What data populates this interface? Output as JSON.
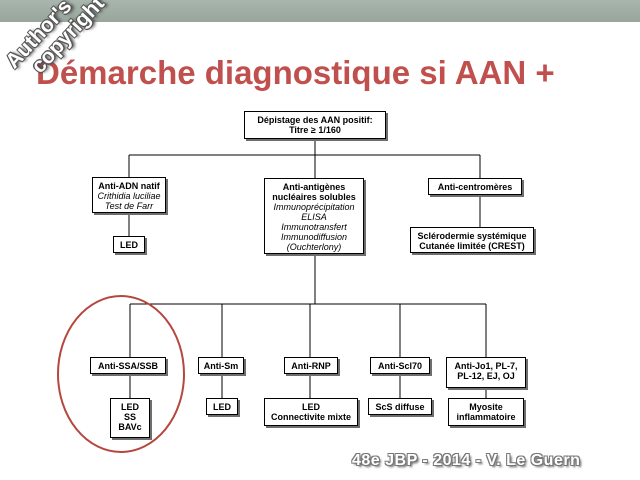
{
  "slide": {
    "title": "Démarche diagnostique si AAN +",
    "watermark_line1": "Author's",
    "watermark_line2": "copyright ©",
    "footer": "48e JBP - 2014 - V. Le Guern"
  },
  "diagram": {
    "root": {
      "line1": "Dépistage des AAN positif:",
      "line2": "Titre ≥ 1/160"
    },
    "adn": {
      "label": "Anti-ADN natif",
      "method1": "Crithidia luciliae",
      "method2": "Test de Farr"
    },
    "ena": {
      "label1": "Anti-antigènes",
      "label2": "nucléaires solubles",
      "method1": "Immunoprécipitation",
      "method2": "ELISA",
      "method3": "Immunotransfert",
      "method4": "Immunodiffusion",
      "method5": "(Ouchterlony)"
    },
    "centro": {
      "label": "Anti-centromères"
    },
    "led_adn": "LED",
    "crest": {
      "line1": "Sclérodermie systémique",
      "line2": "Cutanée limitée (CREST)"
    },
    "ssa": {
      "label": "Anti-SSA/SSB",
      "out1": "LED",
      "out2": "SS",
      "out3": "BAVc"
    },
    "sm": {
      "label": "Anti-Sm",
      "out": "LED"
    },
    "rnp": {
      "label": "Anti-RNP",
      "out1": "LED",
      "out2": "Connectivite mixte"
    },
    "scl": {
      "label": "Anti-Scl70",
      "out": "ScS diffuse"
    },
    "jo": {
      "line1": "Anti-Jo1, PL-7,",
      "line2": "PL-12, EJ, OJ",
      "out1": "Myosite",
      "out2": "inflammatoire"
    }
  },
  "colors": {
    "title": "#c0504d",
    "highlight_circle": "#b5473f",
    "topbar": "#9aa89e"
  }
}
